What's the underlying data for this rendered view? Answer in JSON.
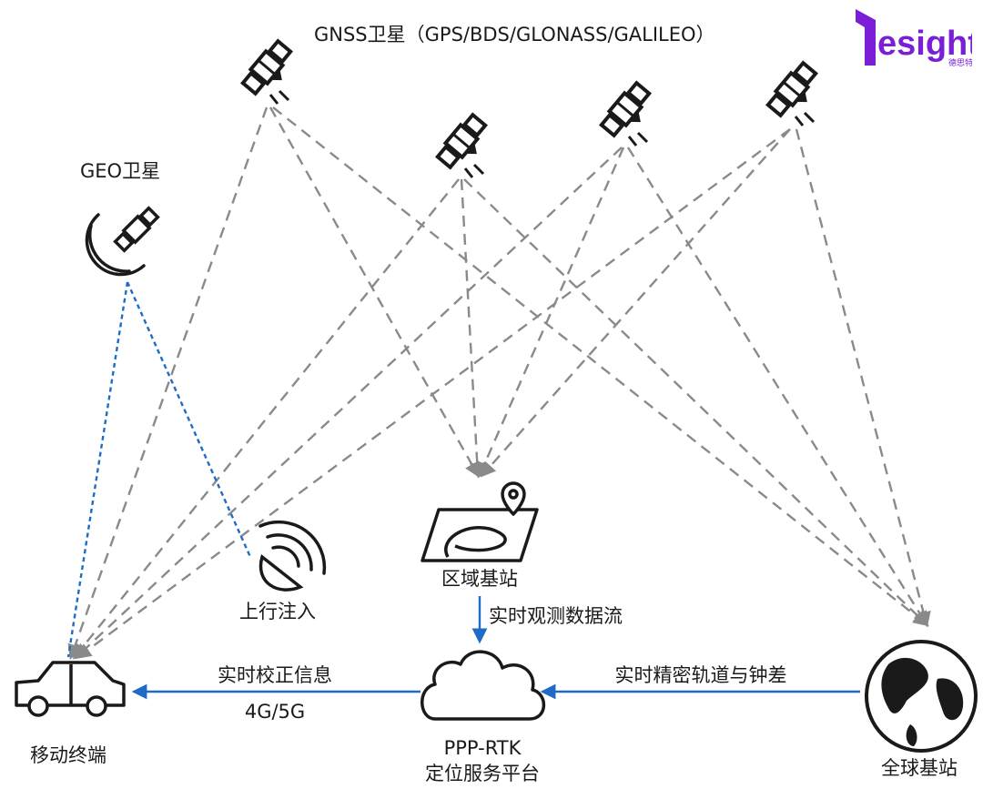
{
  "labels": {
    "gnss_title": "GNSS卫星（GPS/BDS/GLONASS/GALILEO）",
    "geo_title": "GEO卫星",
    "regional_station": "区域基站",
    "uplink_injection": "上行注入",
    "realtime_obs_stream": "实时观测数据流",
    "mobile_terminal": "移动终端",
    "realtime_correction": "实时校正信息",
    "network": "4G/5G",
    "platform_line1": "PPP-RTK",
    "platform_line2": "定位服务平台",
    "precise_orbit_clock": "实时精密轨道与钟差",
    "global_station": "全球基站"
  },
  "logo": {
    "text": "esight",
    "subtext": "德思特",
    "color": "#7a1fd6"
  },
  "colors": {
    "dashed_gray": "#8a8a8a",
    "blue": "#1f6cc7",
    "icon_black": "#1a1a1a"
  },
  "icons": [
    "satellite-icon",
    "geo-satellite-icon",
    "map-pin-icon",
    "dish-icon",
    "cloud-icon",
    "car-icon",
    "globe-icon"
  ]
}
